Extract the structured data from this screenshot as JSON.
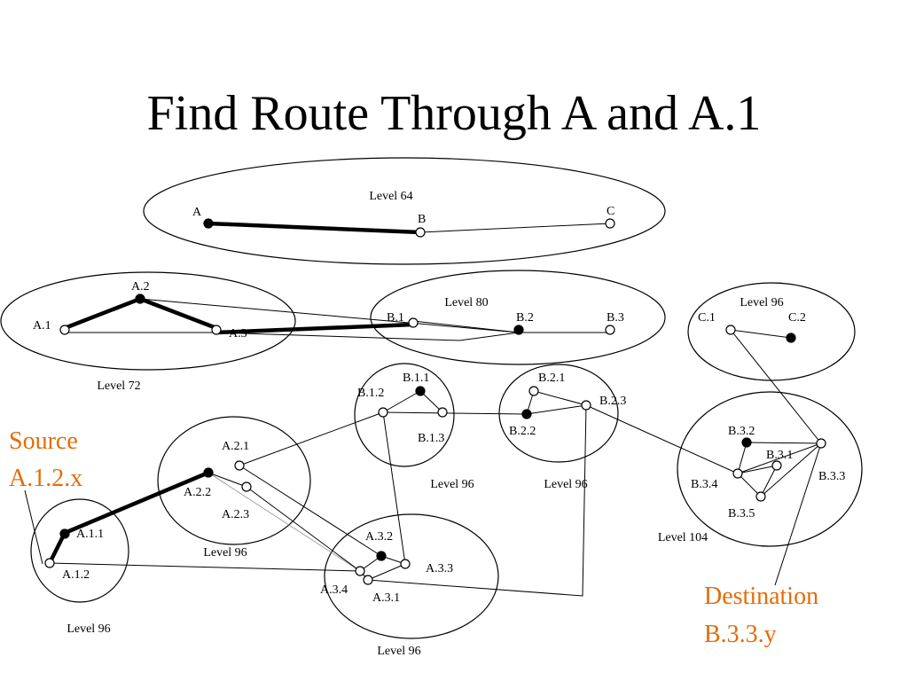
{
  "title": "Find Route Through A and A.1",
  "areas": {
    "level64": "Level 64",
    "level72": "Level 72",
    "level80": "Level 80",
    "c_area": "Level 96",
    "b1_area": "Level 96",
    "b2_area": "Level 96",
    "a2_area": "Level 96",
    "a1_area": "Level 96",
    "a3_area": "Level 96",
    "b3_area": "Level 104"
  },
  "nodes": {
    "A": "A",
    "B": "B",
    "C": "C",
    "A1": "A.1",
    "A2": "A.2",
    "A3": "A.3",
    "B1": "B.1",
    "B2": "B.2",
    "B3": "B.3",
    "C1": "C.1",
    "C2": "C.2",
    "B11": "B.1.1",
    "B12": "B.1.2",
    "B13": "B.1.3",
    "B21": "B.2.1",
    "B22": "B.2.2",
    "B23": "B.2.3",
    "A21": "A.2.1",
    "A22": "A.2.2",
    "A23": "A.2.3",
    "A11": "A.1.1",
    "A12": "A.1.2",
    "A31": "A.3.1",
    "A32": "A.3.2",
    "A33": "A.3.3",
    "A34": "A.3.4",
    "B31": "B.3.1",
    "B32": "B.3.2",
    "B33": "B.3.3",
    "B34": "B.3.4",
    "B35": "B.3.5"
  },
  "source": {
    "line1": "Source",
    "line2": "A.1.2.x",
    "color": "#e46c0a"
  },
  "destination": {
    "line1": "Destination",
    "line2": "B.3.3.y",
    "color": "#e46c0a"
  }
}
